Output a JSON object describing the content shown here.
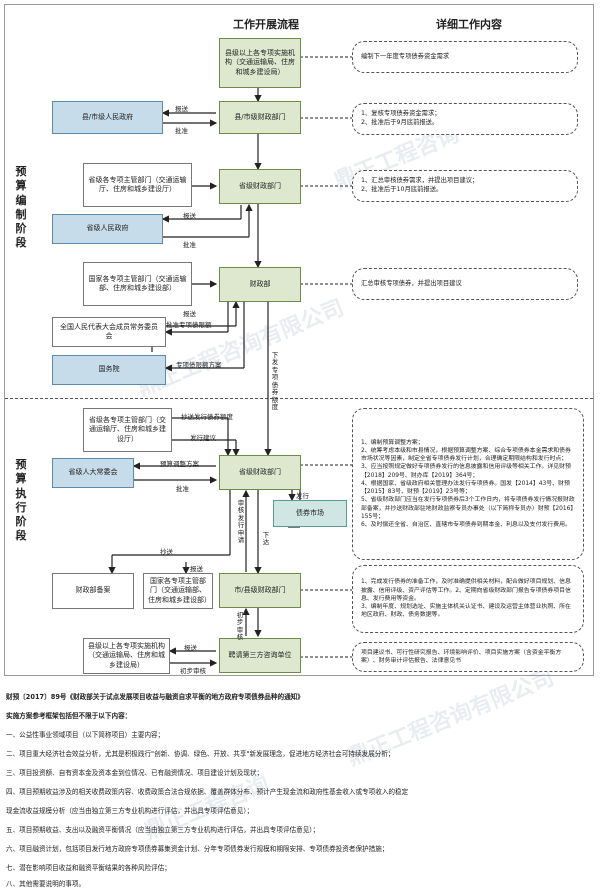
{
  "headers": {
    "flow": "工作开展流程",
    "detail": "详细工作内容"
  },
  "phases": {
    "prep": "预算编制阶段",
    "exec": "预算执行阶段"
  },
  "nodes": {
    "county_unit": "县级以上各专项实施机构（交通运输局、住房和城乡建设局）",
    "county_gov": "县/市级人民政府",
    "county_finance": "县/市级财政部门",
    "prov_dept_1": "省级各专项主管部门（交通运输厅、住房和城乡建设厅）",
    "prov_finance_1": "省级财政部门",
    "prov_gov": "省级人民政府",
    "nat_dept": "国家各专项主管部门（交通运输部、住房和城乡建设部）",
    "mof": "财政部",
    "npc": "全国人民代表大会成员常务委员会",
    "state_council": "国务院",
    "prov_dept_2": "省级各专项主管部门（交通运输厅、住房和城乡建设厅）",
    "prov_npc": "省级人大常委会",
    "prov_finance_2": "省级财政部门",
    "bond_market": "债券市场",
    "mof_filing": "财政部备案",
    "prov_dept_3": "国家各专项主管部门（交通运输部、住房和城乡建设部）",
    "city_finance": "市/县级财政部门",
    "county_unit_2": "县级以上各专项实施机构（交通运输局、住房和城乡建设局）",
    "third_party": "聘请第三方咨询单位"
  },
  "labels": {
    "report_1": "报送",
    "approve_1": "批准",
    "report_2": "报送",
    "approve_2": "批准",
    "report_3": "报送",
    "approve_limit": "批准专项债限额",
    "limit_plan": "专项债限额方案",
    "issue_limit": "下发专项债券额度",
    "copy_send": "抄送发行债券额度",
    "issue_advice": "发行建议",
    "budget_plan": "预算调整方案",
    "approve_3": "批准",
    "issue": "发行",
    "review": "审核发行申请",
    "issue_down": "下达",
    "copy_send_2": "抄送",
    "report_4": "报送",
    "submit": "报送",
    "prelim_review": "初步审核",
    "prelim_report": "初步审核"
  },
  "details": {
    "d1": [
      "编制下一年度专项债券资金需求"
    ],
    "d2": [
      "1、复核专项债券资金需求；",
      "2、批准后于9月底前报送。"
    ],
    "d3": [
      "1、汇总审核债券需求，并提出项目建议；",
      "2、批准后于10月底前报送。"
    ],
    "d4": [
      "汇总审核专项债券，并提出项目建议"
    ],
    "d5": [
      "1、编制预算调整方案；",
      "2、统筹考虑本级和市县情况，根据预算调整方案、综合专项债券本金需求和债券市场状况等因素，制定全省专项债券发行计划，合理确定期限结构和发行时点；",
      "3、应当按照规定做好专项债券发行的信息披露和信用评级等相关工作。详见财预【2018】209号、财办库【2019】364号；",
      "4、根据国家、省级政府相关管理办法发行专项债券。国发【2014】43号、财预【2015】83号、财预【2019】23号等；",
      "5、省级财政部门应当在发行专项债券后3个工作日内，将专项债券发行情况报财政部备案，并抄送财政部驻地财政监察专员办事处（以下简称专员办）财预【2016】155号；",
      "6、及时偿还全省、自治区、直辖市专项债券到期本金、利息以及支付发行费用。"
    ],
    "d6": [
      "1、完成发行债券的准备工作，及时准确提供相关材料，配合做好项目规划、信息披露、信用评级、资产评估等工作。2、定期向省级财政部门报告专项债券项目信息、发行费用等资金。",
      "3、编制年度、规划选址、实施主体机关认证书、建设及运营主体营业执照、所在地区政府、财政、债务数据等。"
    ],
    "d7": [
      "项目建议书、可行性研究报告、环境影响评价、项目实施方案（含资金平衡方案）、财务审计评估报告、法律意见书"
    ]
  },
  "notes": [
    "财预〔2017〕89号《财政部关于试点发展项目收益与融资自求平衡的地方政府专项债券品种的通知》",
    "实施方案参考框架包括但不限于以下内容：",
    "一、公益性事业领域项目（以下简称项目）主要内容；",
    "二、项目重大经济社会效益分析，尤其是积极践行\"创新、协调、绿色、开放、共享\"新发展理念，促进地方经济社会可持续发展分析；",
    "三、项目投资额、自有资本金及资本金到位情况、已有融资情况、项目建设计划及现状；",
    "四、项目预期收益涉及的相关收费政策内容、收费政策合法合规依据、覆盖群体分布、预计产生现金流和政府性基金收入或专项收入的稳定",
    "    现金流收益规模分析（应当由独立第三方专业机构进行评估，并出具专项评估意见）；",
    "五、项目预期收益、支出以及融资平衡情况（应当由独立第三方专业机构进行评估，并出具专项评估意见）；",
    "六、项目融资计划，包括项目发行地方政府专项债券募集资金计划、分年专项债券发行规模和期限安排、专项债券投资者保护措施；",
    "七、潜在影响项目收益和融资平衡结果的各种风险评估；",
    "八、其他需要说明的事项。"
  ],
  "watermarks": [
    "鼎正工程咨询",
    "鼎正工程咨询有限公司",
    "鼎正工程咨询有限公司",
    "鼎正工程咨询"
  ],
  "colors": {
    "green": "#dde8cf",
    "blue": "#c7dcea",
    "teal": "#cfe6e2",
    "line": "#222222"
  }
}
